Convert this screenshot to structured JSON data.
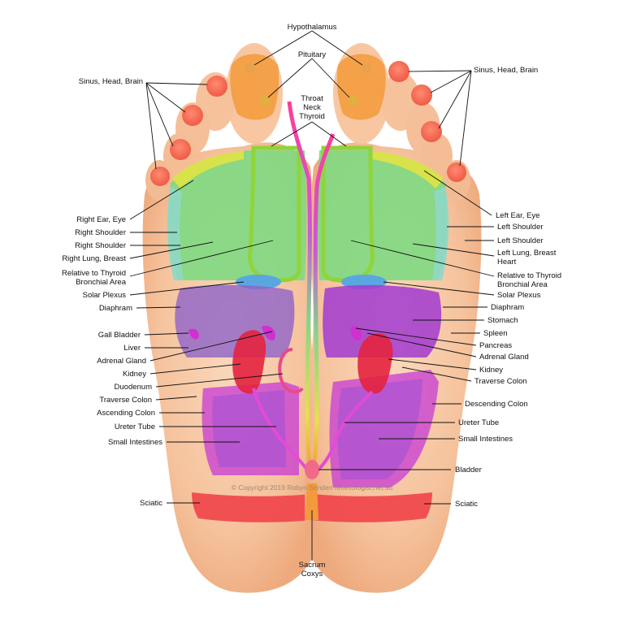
{
  "labels": {
    "hypothalamus": "Hypothalamus",
    "pituitary": "Pituitary",
    "throat_1": "Throat",
    "throat_2": "Neck",
    "throat_3": "Thyroid",
    "sinus": "Sinus, Head, Brain",
    "right_ear_eye": "Right Ear, Eye",
    "right_shoulder": "Right Shoulder",
    "right_lung_breast": "Right Lung, Breast",
    "relative_thyroid_1": "Relative to Thyroid",
    "relative_thyroid_2": "Bronchial Area",
    "solar_plexus": "Solar Plexus",
    "diaphram": "Diaphram",
    "gall_bladder": "Gall Bladder",
    "liver": "Liver",
    "adrenal_gland": "Adrenal Gland",
    "kidney": "Kidney",
    "duodenum": "Duodenum",
    "traverse_colon": "Traverse Colon",
    "ascending_colon": "Ascending Colon",
    "ureter_tube": "Ureter Tube",
    "small_intestines": "Small Intestines",
    "sciatic": "Sciatic",
    "left_ear_eye": "Left Ear, Eye",
    "left_shoulder": "Left Shoulder",
    "left_lung_1": "Left Lung, Breast",
    "left_lung_2": "Heart",
    "stomach": "Stomach",
    "spleen": "Spleen",
    "pancreas": "Pancreas",
    "descending_colon": "Descending Colon",
    "bladder": "Bladder",
    "sacrum_1": "Sacrum",
    "sacrum_2": "Coxys",
    "copyright": "© Copyright 2019 Robyn Senden reflexologist.net.au"
  },
  "colors": {
    "skin": "#f7c9a4",
    "skin_shadow": "#e9a97a",
    "toe_point": "#f2705a",
    "lung_green": "#7ed982",
    "thyroid_outline": "#8fd43a",
    "ear_yellow": "#d8e24a",
    "shoulder_teal": "#8fd8c6",
    "solar_blue": "#5aa7e0",
    "digestion_violet": "#8e63c8",
    "kidney_red": "#e3243f",
    "intestine_magenta": "#d22fd2",
    "sciatic_red": "#f0454c",
    "spine_orange": "#f39a3a"
  }
}
